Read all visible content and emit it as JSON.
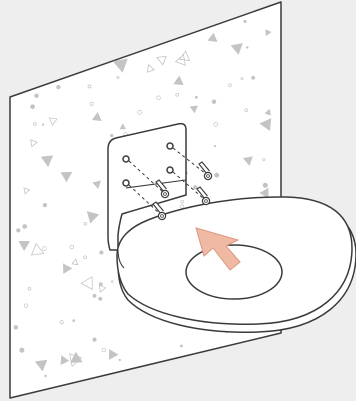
{
  "colors": {
    "background": "#eeeeee",
    "wall": "#ffffff",
    "wall_speckle": "#c4c4c4",
    "line": "#3a3a3a",
    "bracket_fill": "#ffffff",
    "plate_fill": "#ffffff",
    "arrow_fill": "#f0b9a3",
    "arrow_stroke": "#d99a82"
  },
  "icons": {
    "wall": "textured-wall",
    "bracket": "l-shaped-mounting-bracket",
    "screws": "mounting-screws",
    "plate": "ring-mounting-plate",
    "arrow": "install-direction-arrow"
  },
  "screw_count": 4
}
